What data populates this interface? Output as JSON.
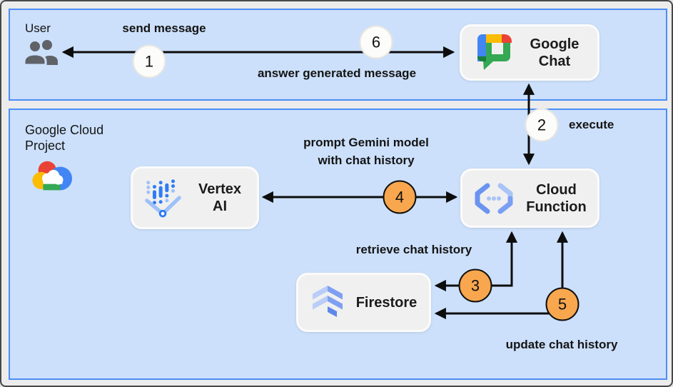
{
  "zones": {
    "user": {
      "label": "User"
    },
    "gcp": {
      "line1": "Google Cloud",
      "line2": "Project"
    }
  },
  "nodes": {
    "google_chat": {
      "line1": "Google",
      "line2": "Chat",
      "icon": "google-chat-icon"
    },
    "vertex_ai": {
      "line1": "Vertex",
      "line2": "AI",
      "icon": "vertex-ai-icon"
    },
    "cloud_function": {
      "line1": "Cloud",
      "line2": "Function",
      "icon": "cloud-functions-icon"
    },
    "firestore": {
      "line1": "Firestore",
      "icon": "firestore-icon"
    }
  },
  "edges": {
    "send_message": {
      "label": "send message",
      "step": "1"
    },
    "answer": {
      "label": "answer generated message",
      "step": "6"
    },
    "execute": {
      "label": "execute",
      "step": "2"
    },
    "prompt": {
      "line1": "prompt Gemini model",
      "line2": "with chat history",
      "step": "4"
    },
    "retrieve": {
      "label": "retrieve chat history",
      "step": "3"
    },
    "update": {
      "label": "update chat history",
      "step": "5"
    }
  },
  "icons": {
    "user_zone": "users-icon",
    "gcp_zone": "google-cloud-icon"
  },
  "colors": {
    "zone_fill": "#cce0fb",
    "zone_border": "#4c8df6",
    "node_fill": "#f0f0f0",
    "node_border": "#fbfbfb",
    "badge_white": "#fcfcfa",
    "badge_orange": "#f8a74e",
    "arrow": "#0d0d0d",
    "google_blue": "#4285f4",
    "google_red": "#ea4335",
    "google_yellow": "#fbbc04",
    "google_green": "#34a853",
    "user_icon_gray": "#5f6368"
  }
}
